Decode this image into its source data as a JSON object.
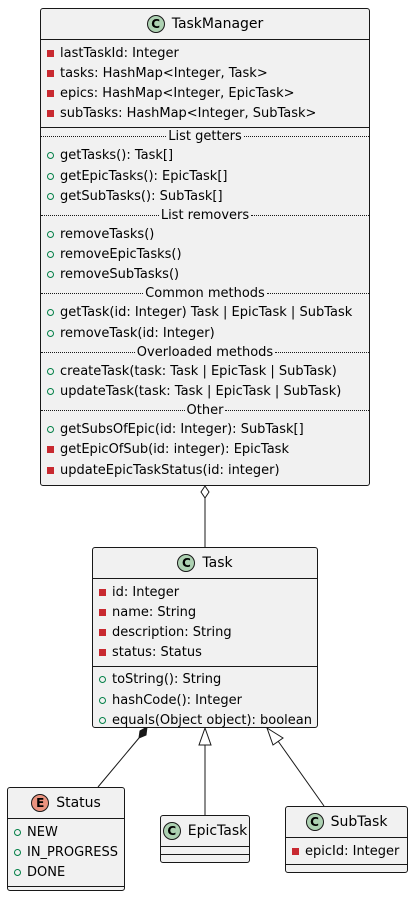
{
  "colors": {
    "class_badge": "#add1b2",
    "enum_badge": "#eb937f",
    "private": "#c82930",
    "public": "#038048",
    "box": "#f1f1f1",
    "line": "#181818"
  },
  "task_manager": {
    "badge": "C",
    "name": "TaskManager",
    "fields": [
      "lastTaskId: Integer",
      "tasks: HashMap<Integer, Task>",
      "epics: HashMap<Integer, EpicTask>",
      "subTasks: HashMap<Integer, SubTask>"
    ],
    "sections": [
      {
        "title": "List getters",
        "methods": [
          "getTasks(): Task[]",
          "getEpicTasks(): EpicTask[]",
          "getSubTasks(): SubTask[]"
        ]
      },
      {
        "title": "List removers",
        "methods": [
          "removeTasks()",
          "removeEpicTasks()",
          "removeSubTasks()"
        ]
      },
      {
        "title": "Common methods",
        "methods": [
          "getTask(id: Integer) Task | EpicTask | SubTask",
          "removeTask(id: Integer)"
        ]
      },
      {
        "title": "Overloaded methods",
        "methods": [
          "createTask(task: Task | EpicTask | SubTask)",
          "updateTask(task: Task | EpicTask | SubTask)"
        ]
      },
      {
        "title": "Other",
        "methods": [
          "getSubsOfEpic(id: Integer): SubTask[]",
          "getEpicOfSub(id: integer): EpicTask",
          "updateEpicTaskStatus(id: integer)"
        ]
      }
    ]
  },
  "task": {
    "badge": "C",
    "name": "Task",
    "fields": [
      "id: Integer",
      "name: String",
      "description: String",
      "status: Status"
    ],
    "methods": [
      "toString(): String",
      "hashCode(): Integer",
      "equals(Object object): boolean"
    ]
  },
  "status": {
    "badge": "E",
    "name": "Status",
    "values": [
      "NEW",
      "IN_PROGRESS",
      "DONE"
    ]
  },
  "epic_task": {
    "badge": "C",
    "name": "EpicTask"
  },
  "sub_task": {
    "badge": "C",
    "name": "SubTask",
    "fields": [
      "epicId: Integer"
    ]
  },
  "relations": [
    {
      "from": "TaskManager",
      "to": "Task",
      "kind": "aggregation"
    },
    {
      "from": "Task",
      "to": "Status",
      "kind": "composition"
    },
    {
      "from": "EpicTask",
      "to": "Task",
      "kind": "inheritance"
    },
    {
      "from": "SubTask",
      "to": "Task",
      "kind": "inheritance"
    }
  ]
}
